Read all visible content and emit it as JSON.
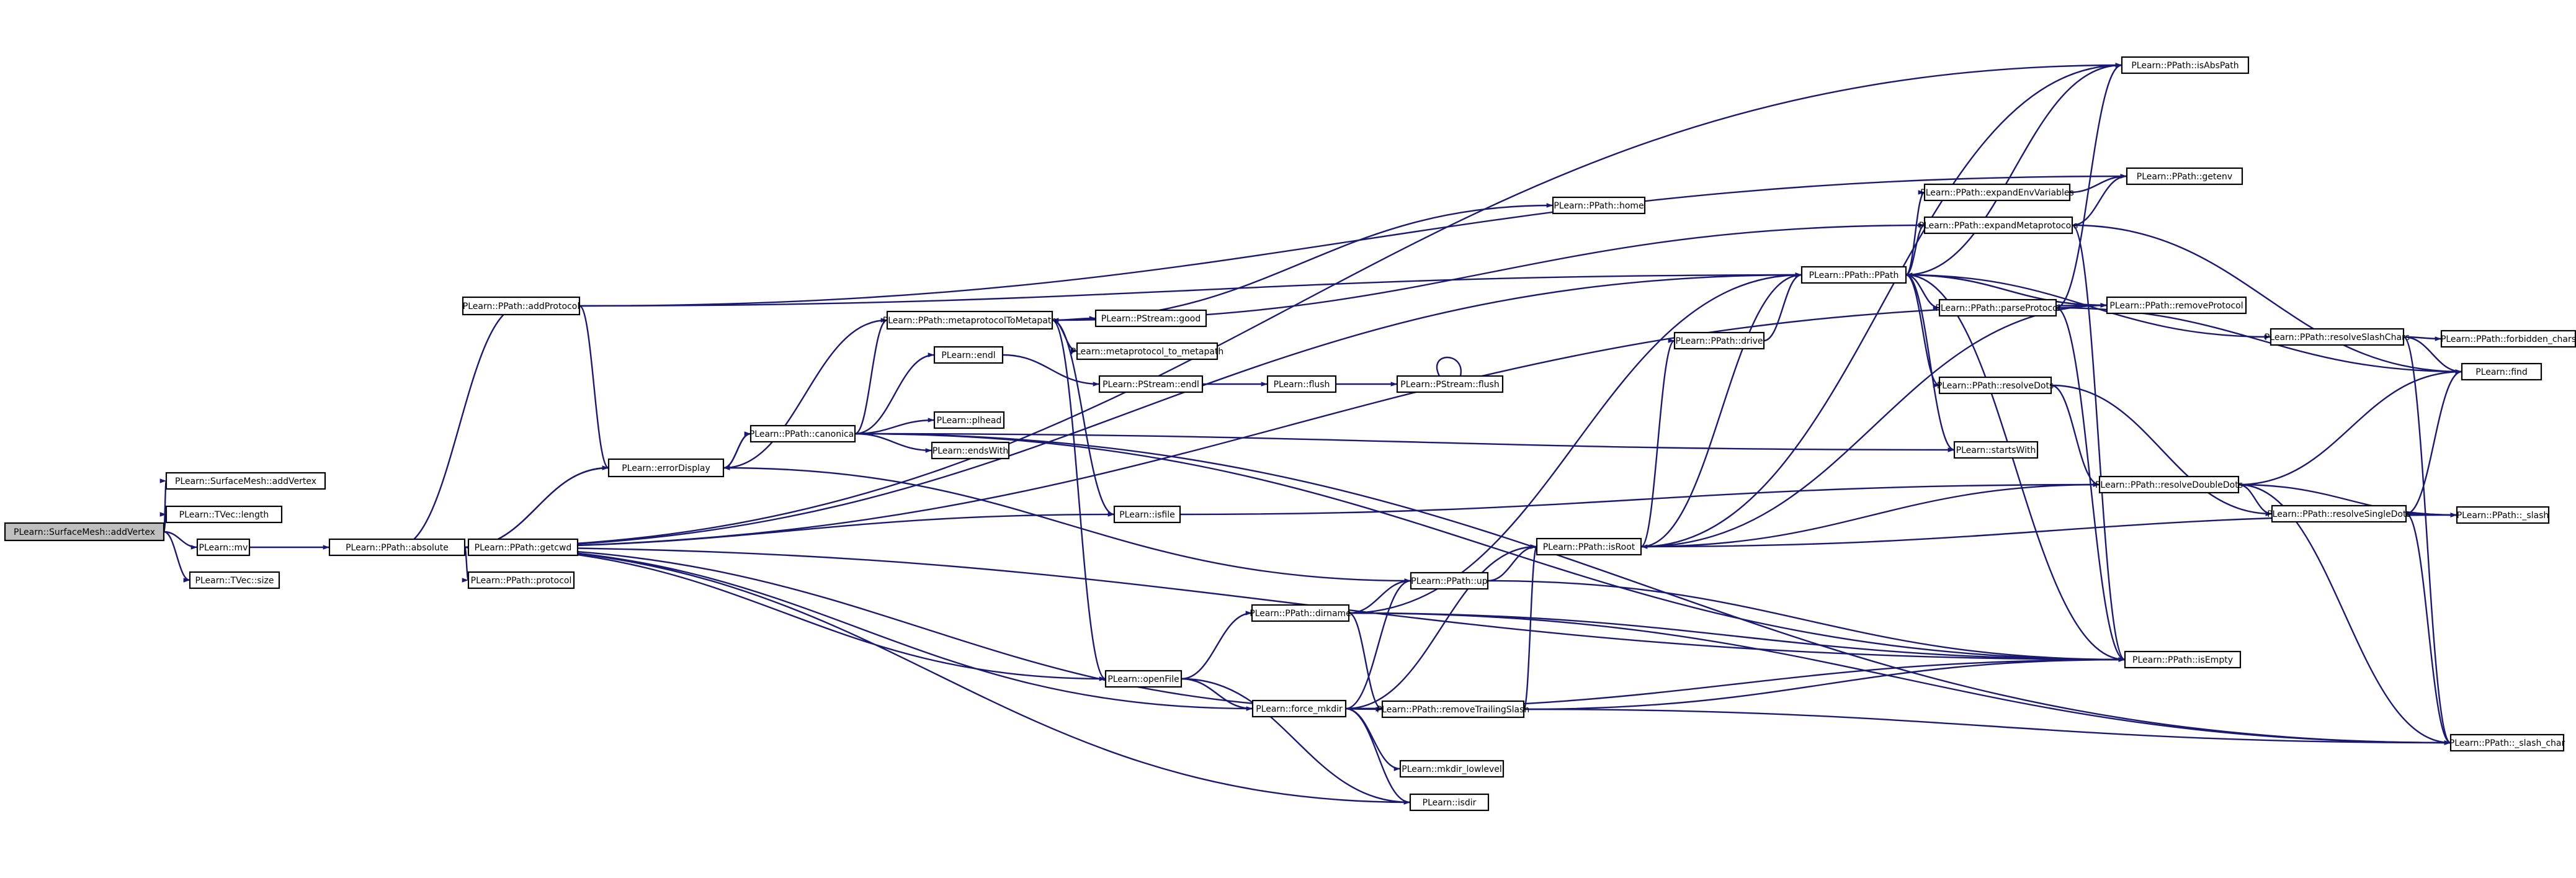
{
  "nodes": {
    "root": "PLearn::SurfaceMesh::addVertex",
    "addVertex_tvec": "PLearn::SurfaceMesh::addVertex",
    "length": "PLearn::TVec::length",
    "mv": "PLearn::mv",
    "size": "PLearn::TVec::size",
    "absolute": "PLearn::PPath::absolute",
    "addProtocol": "PLearn::PPath::addProtocol",
    "getcwd": "PLearn::PPath::getcwd",
    "protocol": "PLearn::PPath::protocol",
    "errorDisplay": "PLearn::errorDisplay",
    "canonical": "PLearn::PPath::canonical",
    "metaprotocolToMetapath": "PLearn::PPath::metaprotocolToMetapath",
    "endl": "PLearn::endl",
    "pl_head": "PLearn::plhead",
    "endsWith": "PLearn::endsWith",
    "isfile": "PLearn::isfile",
    "openFile": "PLearn::openFile",
    "force_mkdir": "PLearn::force_mkdir",
    "mkdir_lowlevel": "PLearn::mkdir_lowlevel",
    "isdir": "PLearn::isdir",
    "dirname": "PLearn::PPath::dirname",
    "up": "PLearn::PPath::up",
    "removeTrailingSlash": "PLearn::PPath::removeTrailingSlash",
    "good": "PLearn::PStream::good",
    "metaprotocol_to_metapath": "PLearn::metaprotocol_to_metapath",
    "pstream_endl": "PLearn::PStream::endl",
    "flush": "PLearn::flush",
    "pstream_flush": "PLearn::PStream::flush",
    "home": "PLearn::PPath::home",
    "isRoot": "PLearn::PPath::isRoot",
    "drive": "PLearn::PPath::drive",
    "ppath": "PLearn::PPath::PPath",
    "expandEnvVariables": "PLearn::PPath::expandEnvVariables",
    "expandMetaprotocols": "PLearn::PPath::expandMetaprotocols",
    "parseProtocol": "PLearn::PPath::parseProtocol",
    "resolveDots": "PLearn::PPath::resolveDots",
    "startsWith": "PLearn::startsWith",
    "resolveDoubleDots": "PLearn::PPath::resolveDoubleDots",
    "isAbsPath": "PLearn::PPath::isAbsPath",
    "getenv": "PLearn::PPath::getenv",
    "removeProtocol": "PLearn::PPath::removeProtocol",
    "resolveSlashChars": "PLearn::PPath::resolveSlashChars",
    "forbidden_chars": "PLearn::PPath::forbidden_chars",
    "find": "PLearn::find",
    "resolveSingleDots": "PLearn::PPath::resolveSingleDots",
    "_slash": "PLearn::PPath::_slash",
    "isEmpty": "PLearn::PPath::isEmpty",
    "_slash_char": "PLearn::PPath::_slash_char"
  },
  "edges": [
    [
      "root",
      "addVertex_tvec"
    ],
    [
      "root",
      "length"
    ],
    [
      "root",
      "mv"
    ],
    [
      "root",
      "size"
    ],
    [
      "mv",
      "absolute"
    ],
    [
      "absolute",
      "addProtocol"
    ],
    [
      "absolute",
      "getcwd"
    ],
    [
      "absolute",
      "protocol"
    ],
    [
      "absolute",
      "errorDisplay"
    ],
    [
      "absolute",
      "isAbsPath"
    ],
    [
      "absolute",
      "ppath"
    ],
    [
      "absolute",
      "removeTrailingSlash"
    ],
    [
      "absolute",
      "removeProtocol"
    ],
    [
      "absolute",
      "isEmpty"
    ],
    [
      "addProtocol",
      "errorDisplay"
    ],
    [
      "addProtocol",
      "getenv"
    ],
    [
      "addProtocol",
      "ppath"
    ],
    [
      "errorDisplay",
      "absolute"
    ],
    [
      "errorDisplay",
      "canonical"
    ],
    [
      "canonical",
      "metaprotocolToMetapath"
    ],
    [
      "canonical",
      "endl"
    ],
    [
      "canonical",
      "pl_head"
    ],
    [
      "canonical",
      "endsWith"
    ],
    [
      "canonical",
      "startsWith"
    ],
    [
      "canonical",
      "isEmpty"
    ],
    [
      "canonical",
      "_slash_char"
    ],
    [
      "canonical",
      "errorDisplay"
    ],
    [
      "metaprotocolToMetapath",
      "good"
    ],
    [
      "metaprotocolToMetapath",
      "metaprotocol_to_metapath"
    ],
    [
      "metaprotocolToMetapath",
      "home"
    ],
    [
      "metaprotocolToMetapath",
      "isfile"
    ],
    [
      "metaprotocolToMetapath",
      "openFile"
    ],
    [
      "metaprotocolToMetapath",
      "errorDisplay"
    ],
    [
      "endl",
      "pstream_endl"
    ],
    [
      "pstream_endl",
      "flush"
    ],
    [
      "flush",
      "pstream_flush"
    ],
    [
      "pstream_flush",
      "pstream_flush"
    ],
    [
      "isfile",
      "absolute"
    ],
    [
      "isfile",
      "resolveDoubleDots"
    ],
    [
      "openFile",
      "dirname"
    ],
    [
      "openFile",
      "force_mkdir"
    ],
    [
      "openFile",
      "isdir"
    ],
    [
      "openFile",
      "absolute"
    ],
    [
      "force_mkdir",
      "mkdir_lowlevel"
    ],
    [
      "force_mkdir",
      "isdir"
    ],
    [
      "force_mkdir",
      "up"
    ],
    [
      "force_mkdir",
      "isRoot"
    ],
    [
      "force_mkdir",
      "isEmpty"
    ],
    [
      "force_mkdir",
      "absolute"
    ],
    [
      "isdir",
      "absolute"
    ],
    [
      "dirname",
      "up"
    ],
    [
      "dirname",
      "removeTrailingSlash"
    ],
    [
      "dirname",
      "isEmpty"
    ],
    [
      "dirname",
      "ppath"
    ],
    [
      "dirname",
      "_slash_char"
    ],
    [
      "up",
      "isRoot"
    ],
    [
      "up",
      "isEmpty"
    ],
    [
      "up",
      "errorDisplay"
    ],
    [
      "removeTrailingSlash",
      "isRoot"
    ],
    [
      "removeTrailingSlash",
      "isEmpty"
    ],
    [
      "removeTrailingSlash",
      "_slash_char"
    ],
    [
      "isRoot",
      "drive"
    ],
    [
      "isRoot",
      "ppath"
    ],
    [
      "isRoot",
      "isAbsPath"
    ],
    [
      "isRoot",
      "removeProtocol"
    ],
    [
      "isRoot",
      "_slash"
    ],
    [
      "drive",
      "ppath"
    ],
    [
      "ppath",
      "expandEnvVariables"
    ],
    [
      "ppath",
      "expandMetaprotocols"
    ],
    [
      "ppath",
      "parseProtocol"
    ],
    [
      "ppath",
      "resolveDots"
    ],
    [
      "ppath",
      "startsWith"
    ],
    [
      "ppath",
      "resolveSlashChars"
    ],
    [
      "ppath",
      "isEmpty"
    ],
    [
      "ppath",
      "removeProtocol"
    ],
    [
      "ppath",
      "isAbsPath"
    ],
    [
      "expandEnvVariables",
      "getenv"
    ],
    [
      "expandMetaprotocols",
      "getenv"
    ],
    [
      "expandMetaprotocols",
      "metaprotocolToMetapath"
    ],
    [
      "expandMetaprotocols",
      "isEmpty"
    ],
    [
      "expandMetaprotocols",
      "find"
    ],
    [
      "parseProtocol",
      "isAbsPath"
    ],
    [
      "parseProtocol",
      "removeProtocol"
    ],
    [
      "parseProtocol",
      "find"
    ],
    [
      "parseProtocol",
      "isEmpty"
    ],
    [
      "resolveDots",
      "resolveDoubleDots"
    ],
    [
      "resolveDots",
      "resolveSingleDots"
    ],
    [
      "resolveDoubleDots",
      "isRoot"
    ],
    [
      "resolveDoubleDots",
      "find"
    ],
    [
      "resolveDoubleDots",
      "resolveSingleDots"
    ],
    [
      "resolveDoubleDots",
      "_slash"
    ],
    [
      "resolveDoubleDots",
      "_slash_char"
    ],
    [
      "resolveSingleDots",
      "_slash"
    ],
    [
      "resolveSingleDots",
      "find"
    ],
    [
      "resolveSingleDots",
      "_slash_char"
    ],
    [
      "resolveSlashChars",
      "forbidden_chars"
    ],
    [
      "resolveSlashChars",
      "find"
    ],
    [
      "resolveSlashChars",
      "_slash_char"
    ],
    [
      "removeProtocol",
      "ppath"
    ]
  ]
}
